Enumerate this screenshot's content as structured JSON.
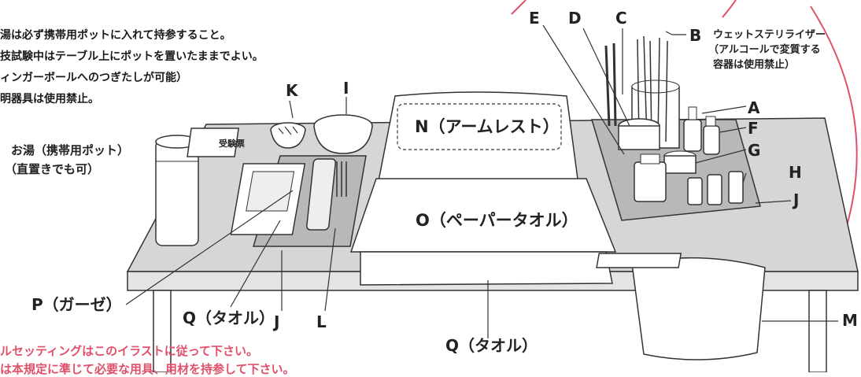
{
  "notes": {
    "line1": "湯は必ず携帯用ポットに入れて持参すること。",
    "line2": "技試験中はテーブル上にポットを置いたままでよい。",
    "line3": "ィンガーボールへのつぎたしが可能）",
    "line4": "明器具は使用禁止。",
    "warn1": "ルセッティングはこのイラストに従って下さい。",
    "warn2": "は本規定に準じて必要な用具、用材を持参して下さい。"
  },
  "pot": {
    "label1": "お湯（携帯用ポット）",
    "label2": "（直置きでも可）"
  },
  "ticket": "受験票",
  "labels": {
    "A": "A",
    "B": "B",
    "C": "C",
    "D": "D",
    "E": "E",
    "F": "F",
    "G": "G",
    "H": "H",
    "I": "I",
    "J": "J",
    "K": "K",
    "L": "L",
    "M": "M",
    "N": "N（アームレスト）",
    "O": "O（ペーパータオル）",
    "P": "P（ガーゼ）",
    "Q1": "Q（タオル）",
    "J2": "J",
    "Q2": "Q（タオル）"
  },
  "sterilizer": {
    "line1": "ウェットステリライザー",
    "line2": "（アルコールで変質する",
    "line3": "容器は使用禁止）"
  },
  "colors": {
    "stroke": "#333333",
    "accent": "#e0506a",
    "table_fill": "#d6d6d6",
    "tray_fill": "#b8b8b8"
  }
}
